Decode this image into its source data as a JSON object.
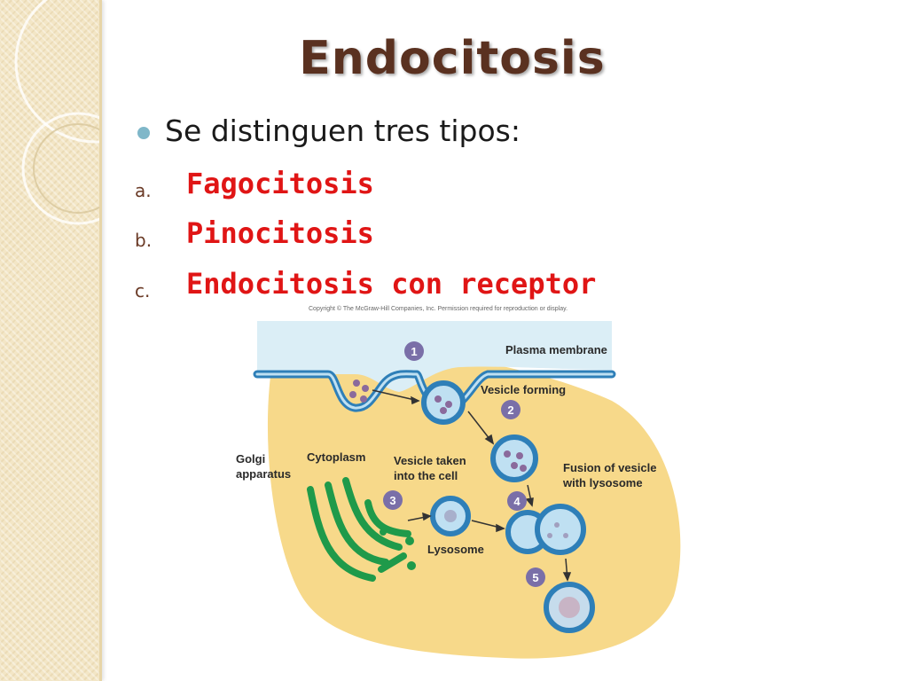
{
  "slide": {
    "title": "Endocitosis",
    "intro": "Se distinguen tres tipos:",
    "items": [
      {
        "marker": "a.",
        "label": "Fagocitosis"
      },
      {
        "marker": "b.",
        "label": "Pinocitosis"
      },
      {
        "marker": "c.",
        "label": "Endocitosis con receptor"
      }
    ]
  },
  "figure": {
    "copyright": "Copyright © The McGraw-Hill Companies, Inc. Permission required for reproduction or display.",
    "labels": {
      "plasma_membrane": "Plasma membrane",
      "vesicle_forming": "Vesicle forming",
      "cytoplasm": "Cytoplasm",
      "golgi_1": "Golgi",
      "golgi_2": "apparatus",
      "vesicle_taken_1": "Vesicle taken",
      "vesicle_taken_2": "into the cell",
      "fusion_1": "Fusion of vesicle",
      "fusion_2": "with lysosome",
      "lysosome": "Lysosome"
    },
    "steps": [
      "1",
      "2",
      "3",
      "4",
      "5"
    ]
  },
  "colors": {
    "title": "#5a3120",
    "items": "#e01515",
    "bullet": "#7fb7c9",
    "cytoplasm": "#f7d98a",
    "membrane": "#2e7fb8",
    "golgi": "#1f9a4a",
    "step_badge": "#7a6fa8"
  }
}
